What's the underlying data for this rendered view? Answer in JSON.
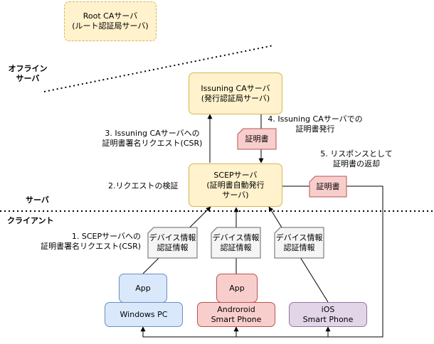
{
  "zones": {
    "offline_label": [
      "オフライン",
      "サーバ"
    ],
    "server_label": "サーバ",
    "client_label": "クライアント"
  },
  "nodes": {
    "root_ca": [
      "Root CAサーバ",
      "(ルート認証局サーバ)"
    ],
    "issuing_ca": [
      "Issuning CAサーバ",
      "(発行認証局サーバ)"
    ],
    "scep": [
      "SCEPサーバ",
      "(証明書自動発行",
      "サーバ)"
    ],
    "app1": "App",
    "app2": "App",
    "windows_pc": "Windows PC",
    "android": [
      "Androroid",
      "Smart Phone"
    ],
    "ios": [
      "iOS",
      "Smart Phone"
    ]
  },
  "documents": {
    "cert1": "証明書",
    "cert2": "証明書",
    "device_info": [
      "デバイス情報",
      "認証情報"
    ]
  },
  "steps": {
    "step1": [
      "1. SCEPサーバへの",
      "証明書署名リクエスト(CSR)"
    ],
    "step2": "2.リクエストの検証",
    "step3": [
      "3. Issuning CAサーバへの",
      "証明書署名リクエスト(CSR)"
    ],
    "step4": [
      "4. Issuning CAサーバでの",
      "証明書発行"
    ],
    "step5": [
      "5. リスポンスとして",
      "証明書の返却"
    ]
  },
  "colors": {
    "yellow_fill": "#fff2cc",
    "yellow_stroke": "#d6b656",
    "blue_fill": "#dae8fc",
    "blue_stroke": "#6c8ebf",
    "red_fill": "#f8cecc",
    "red_stroke": "#b85450",
    "purple_fill": "#e1d5e7",
    "purple_stroke": "#9673a6",
    "gray_fill": "#f5f5f5",
    "gray_stroke": "#666666"
  }
}
